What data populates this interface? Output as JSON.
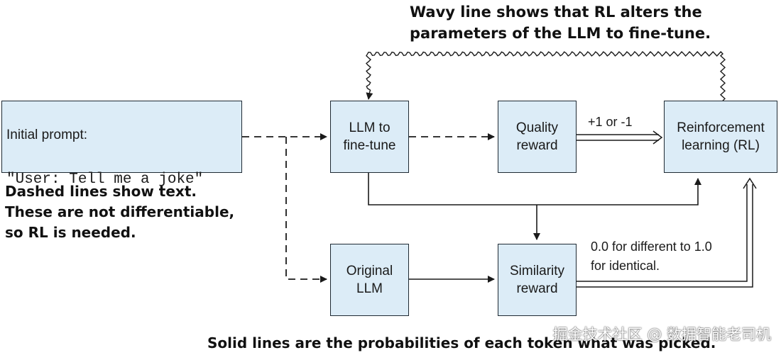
{
  "title_note": "Wavy line shows that RL alters the\nparameters of the LLM to fine-tune.",
  "prompt": {
    "label": "Initial prompt:",
    "text": "\"User: Tell me a joke\""
  },
  "dashed_note": "Dashed lines show text.\nThese are not differentiable,\nso RL is needed.",
  "boxes": {
    "llm_finetune": "LLM to\nfine-tune",
    "quality_reward": "Quality\nreward",
    "reinforcement_learning": "Reinforcement\nlearning (RL)",
    "original_llm": "Original\nLLM",
    "similarity_reward": "Similarity\nreward"
  },
  "edge_labels": {
    "quality_to_rl": "+1 or -1",
    "similarity_to_rl": "0.0 for different to 1.0\nfor identical."
  },
  "solid_note": "Solid lines are the probabilities of each token what was picked.",
  "watermark": "掘金技术社区 @ 数据智能老司机"
}
